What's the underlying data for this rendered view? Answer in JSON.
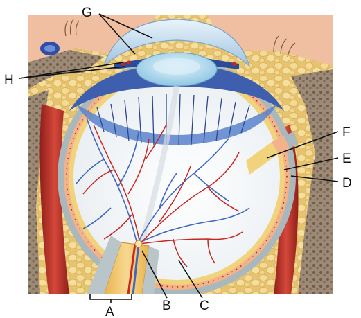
{
  "labels": {
    "A": "A",
    "B": "B",
    "C": "C",
    "D": "D",
    "E": "E",
    "F": "F",
    "G": "G",
    "H": "H"
  },
  "colors": {
    "fat": "#e9c777",
    "bone": "#8a7764",
    "muscle": "#b8322a",
    "sclera": "#a9b8bd",
    "choroid": "#f2b28a",
    "retina": "#f1d37c",
    "vitreous": "#ffffff",
    "iris": "#3e5fae",
    "lens": "#bfe0f0",
    "artery": "#c8261f",
    "vein": "#3f66c0",
    "skin": "#f3c1a6"
  }
}
